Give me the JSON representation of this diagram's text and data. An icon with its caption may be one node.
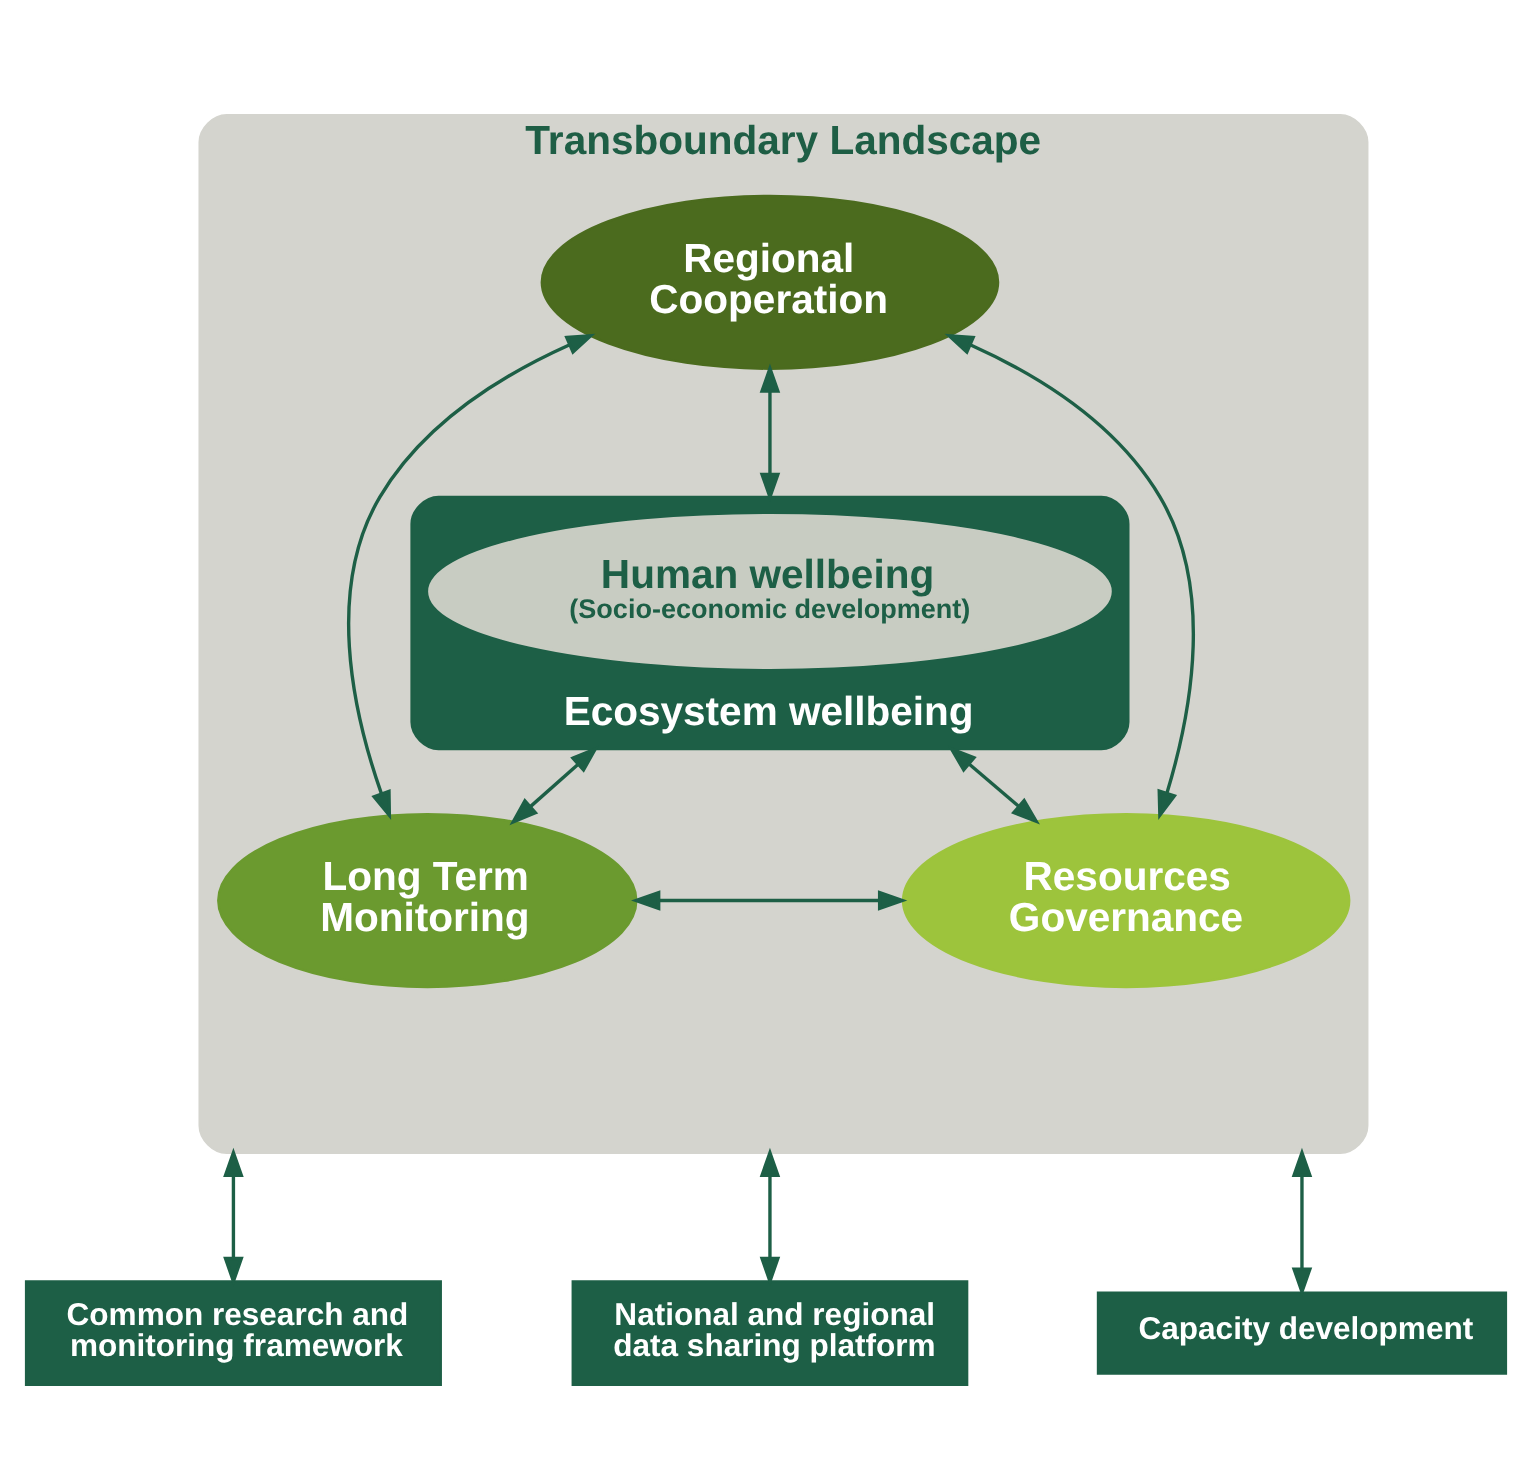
{
  "diagram": {
    "nodes": [
      {
        "text": [
          "Transboundary Landscape"
        ]
      },
      {
        "text": [
          "Regional Cooperation"
        ],
        "in": 0
      },
      {
        "text": [
          "Ecosystem wellbeing"
        ],
        "in": 0
      },
      {
        "text": [
          "Human wellbeing",
          "(Socio-economic development)"
        ],
        "in": 2
      },
      {
        "text": [
          "Long Term Monitoring"
        ],
        "in": 0
      },
      {
        "text": [
          "Resources Governance"
        ],
        "in": 0
      },
      {
        "text": [
          "Common research and monitoring framework"
        ]
      },
      {
        "text": [
          "National and regional data sharing platform"
        ]
      },
      {
        "text": [
          "Capacity development"
        ]
      }
    ],
    "edges": [
      {
        "from": 1,
        "to": 2,
        "arrow": "both"
      },
      {
        "from": 1,
        "to": 4,
        "arrow": "both"
      },
      {
        "from": 1,
        "to": 5,
        "arrow": "both"
      },
      {
        "from": 2,
        "to": 4,
        "arrow": "both"
      },
      {
        "from": 2,
        "to": 5,
        "arrow": "both"
      },
      {
        "from": 4,
        "to": 5,
        "arrow": "both"
      },
      {
        "from": 0,
        "to": 6,
        "arrow": "both"
      },
      {
        "from": 0,
        "to": 7,
        "arrow": "both"
      },
      {
        "from": 0,
        "to": 8,
        "arrow": "both"
      }
    ]
  }
}
